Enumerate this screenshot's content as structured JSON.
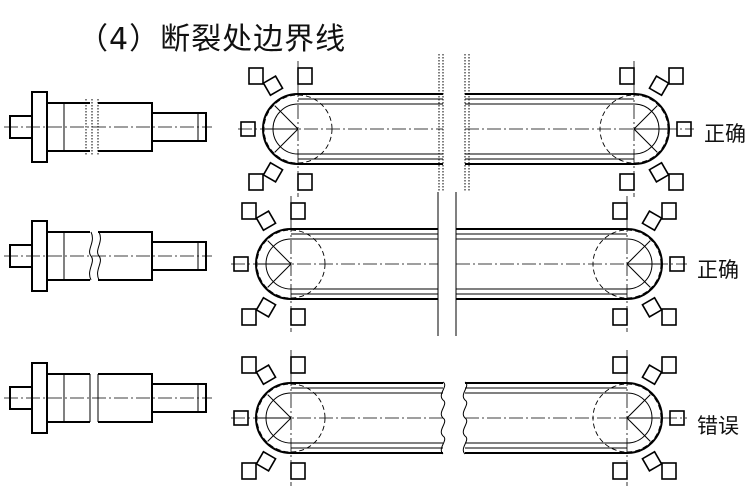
{
  "title": "（4）断裂处边界线",
  "rows": [
    {
      "label": "正确"
    },
    {
      "label": "正确"
    },
    {
      "label": "错误"
    }
  ]
}
